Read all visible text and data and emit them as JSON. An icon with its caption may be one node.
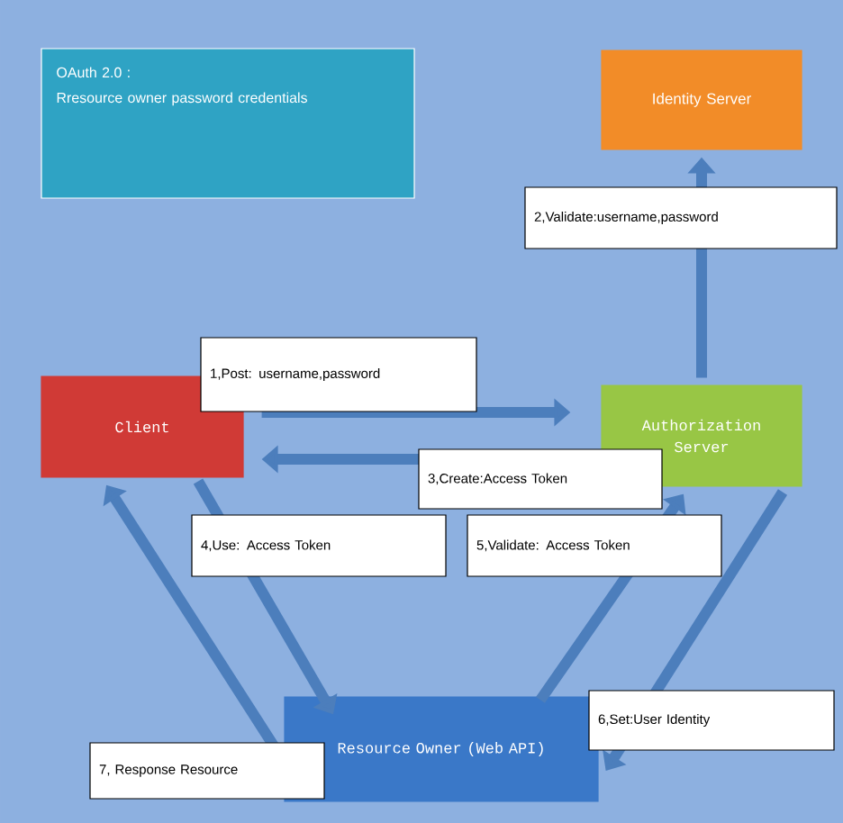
{
  "diagram": {
    "nodes": [
      {
        "text": [
          "OAuth 2.0 :",
          "Rresource owner password credentials"
        ]
      },
      {
        "text": [
          "Identity Server"
        ]
      },
      {
        "text": [
          "Client"
        ]
      },
      {
        "text": [
          "Authorization Server"
        ]
      },
      {
        "text": [
          "Resource Owner (Web API)"
        ]
      }
    ],
    "edges": [
      {
        "from": 2,
        "to": 3,
        "arrow": "to",
        "label": "1,Post: username,password"
      },
      {
        "from": 3,
        "to": 1,
        "arrow": "to",
        "label": "2,Validate:username,password"
      },
      {
        "from": 3,
        "to": 2,
        "arrow": "to",
        "label": "3,Create:Access Token"
      },
      {
        "from": 2,
        "to": 4,
        "arrow": "to",
        "label": "4,Use: Access Token"
      },
      {
        "from": 4,
        "to": 3,
        "arrow": "to",
        "label": "5,Validate:  Access Token"
      },
      {
        "from": 3,
        "to": 4,
        "arrow": "to",
        "label": "6,Set:User Identity"
      },
      {
        "from": 4,
        "to": 2,
        "arrow": "to",
        "label": "7, Response Resource"
      }
    ]
  }
}
